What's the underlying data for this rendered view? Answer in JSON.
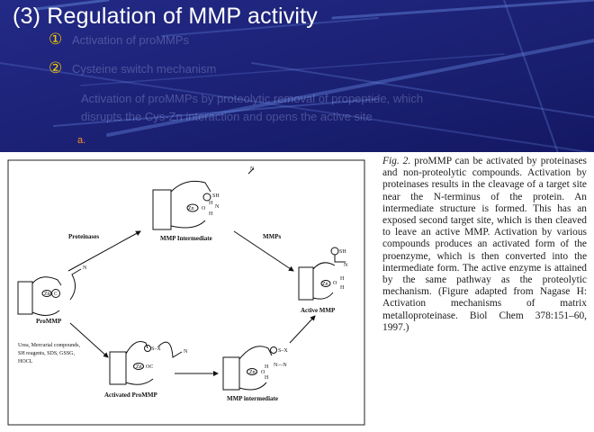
{
  "slide": {
    "title": "(3) Regulation of MMP activity",
    "bullets": [
      {
        "marker": "①",
        "faded_text": "Activation of proMMPs"
      },
      {
        "marker": "②",
        "faded_text": "Cysteine switch mechanism"
      }
    ],
    "faded_lines": [
      "Activation of proMMPs by proteolytic removal of propeptide, which",
      "disrupts the Cys-Zn interaction and opens the active site"
    ],
    "sub_label": "a."
  },
  "figure": {
    "labels": {
      "promm": "ProMMP",
      "mmp_intermediate_top": "MMP Intermediate",
      "active_mmp": "Active MMP",
      "activated_promm": "Activated ProMMP",
      "mmp_intermediate_bottom": "MMP intermediate",
      "proteinases": "Proteinases",
      "mmps": "MMPs",
      "compounds": [
        "Urea, Mercurial compounds,",
        "SH reagents, SDS, GSSG,",
        "HOCL"
      ]
    },
    "symbols": {
      "zn": "Zn",
      "c": "C",
      "n": "N",
      "sh": "SH",
      "h": "H",
      "o": "O",
      "s_x": "S–X",
      "oc": "OC",
      "n_n": "N—N"
    },
    "caption": {
      "fig_label": "Fig. 2.",
      "text": " proMMP can be activated by proteinases and non-proteolytic compounds. Activation by proteinases results in the cleavage of a target site near the N-terminus of the protein. An intermediate structure is formed. This has an exposed second target site, which is then cleaved to leave an active MMP. Activation by various compounds produces an activated form of the proenzyme, which is then converted into the intermediate form. The active enzyme is attained by the same pathway as the proteolytic mechanism. (Figure adapted from Nagase H: Activation mechanisms of matrix metalloproteinase. Biol Chem 378:151–60, 1997.)"
    }
  },
  "colors": {
    "background": "#1a1f6e",
    "title": "#ffffff",
    "bullet_marker": "#f0c800",
    "sub_label": "#ff8c28",
    "figure_background": "#ffffff"
  }
}
